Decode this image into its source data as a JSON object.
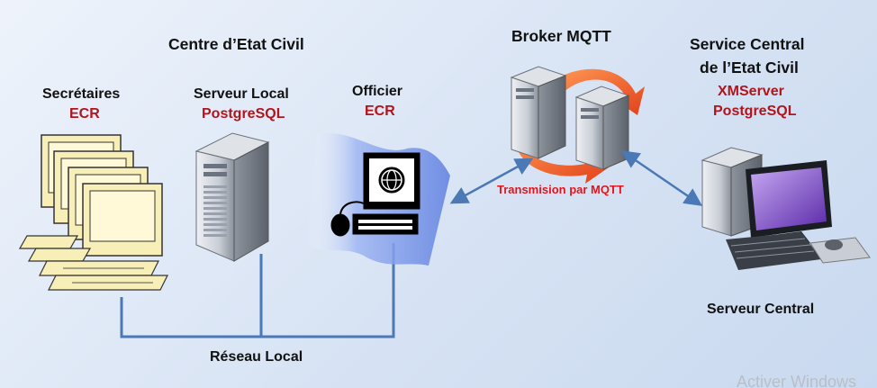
{
  "groups": {
    "centre_title": "Centre d’Etat Civil",
    "secretaires": {
      "title": "Secrétaires",
      "sub": "ECR"
    },
    "serveur_local": {
      "title": "Serveur Local",
      "sub": "PostgreSQL"
    },
    "officier": {
      "title": "Officier",
      "sub": "ECR"
    },
    "broker": {
      "title": "Broker MQTT"
    },
    "service_central": {
      "line1": "Service Central",
      "line2": "de l’Etat Civil",
      "sub1": "XMServer",
      "sub2": "PostgreSQL"
    },
    "serveur_central": {
      "title": "Serveur Central"
    }
  },
  "network": {
    "label": "Réseau Local"
  },
  "link": {
    "label": "Transmision par MQTT"
  },
  "watermark": "Activer Windows",
  "colors": {
    "network_line": "#4a79b6",
    "label_red": "#b3141b",
    "accent_red": "#e0161c"
  }
}
